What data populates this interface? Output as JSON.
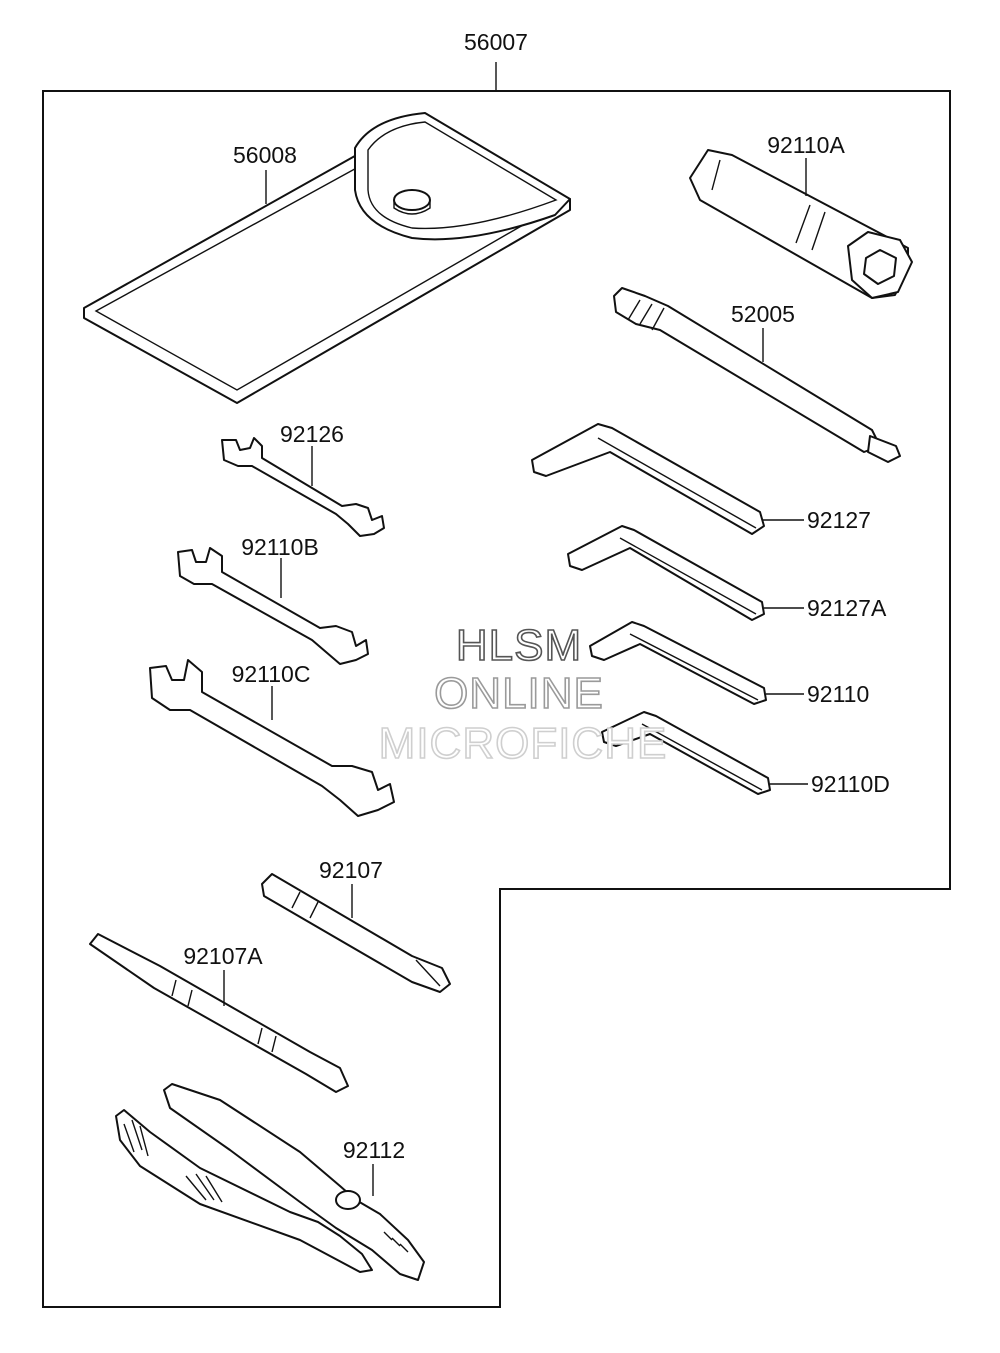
{
  "diagram": {
    "assembly_label": "56007",
    "parts": [
      {
        "id": "56008"
      },
      {
        "id": "92110A"
      },
      {
        "id": "52005"
      },
      {
        "id": "92126"
      },
      {
        "id": "92127"
      },
      {
        "id": "92110B"
      },
      {
        "id": "92127A"
      },
      {
        "id": "92110C"
      },
      {
        "id": "92110"
      },
      {
        "id": "92110D"
      },
      {
        "id": "92107"
      },
      {
        "id": "92107A"
      },
      {
        "id": "92112"
      }
    ],
    "watermark": {
      "line1": "HLSM",
      "line2": "ONLINE",
      "line3": "MICROFICHE"
    }
  }
}
